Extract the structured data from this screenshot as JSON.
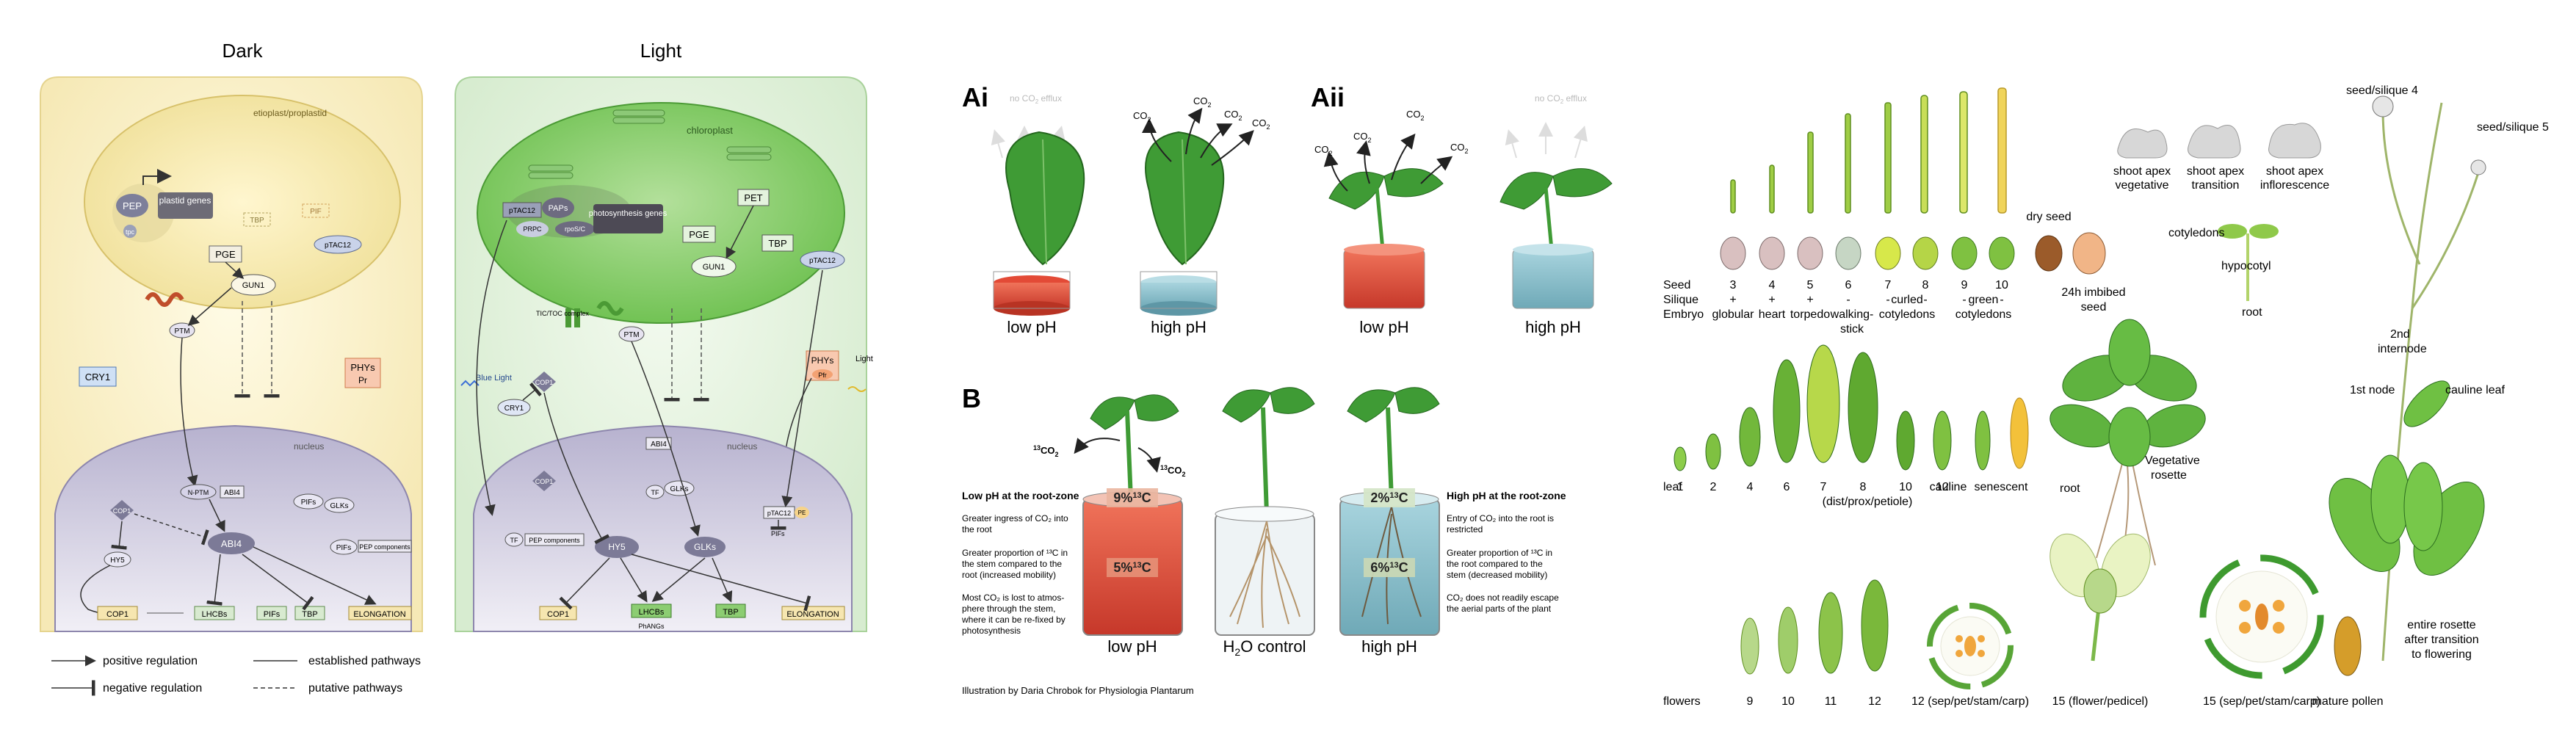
{
  "panel1": {
    "title_dark": "Dark",
    "title_light": "Light",
    "dark": {
      "organelle": "etioplast/proplastid",
      "pep": "PEP",
      "plastid_genes": "plastid genes",
      "tpc": "tpc",
      "tbp": "TBP",
      "pif_box": "PIF",
      "ptac12": "pTAC12",
      "pge": "PGE",
      "gun1": "GUN1",
      "ptm": "PTM",
      "cry1": "CRY1",
      "phys": "PHYs",
      "pr": "Pr",
      "nucleus": "nucleus",
      "nptm": "N-PTM",
      "abi4_top": "ABI4",
      "abi4": "ABI4",
      "pifs": "PIFs",
      "glks": "GLKs",
      "pifs2": "PIFs",
      "pep_components": "PEP components",
      "cop1_diamond": "COP1",
      "hy5": "HY5",
      "cop1": "COP1",
      "lhcbs": "LHCBs",
      "pifs3": "PIFs",
      "tbp2": "TBP",
      "elongation": "ELONGATION"
    },
    "light": {
      "organelle": "chloroplast",
      "ptac12": "pTAC12",
      "paps": "PAPs",
      "prpc": "PRPC",
      "rpos": "rpoS/C",
      "photosynthesis_genes": "photosynthesis genes",
      "pet": "PET",
      "pge": "PGE",
      "gun1": "GUN1",
      "tbp": "TBP",
      "ptac12_b": "pTAC12",
      "tic_toc": "TIC/TOC complex",
      "ptm": "PTM",
      "blue_light": "Blue Light",
      "cop1": "COP1",
      "cry1": "CRY1",
      "phys": "PHYs",
      "pfr": "Pfr",
      "light": "Light",
      "nucleus": "nucleus",
      "abi4": "ABI4",
      "tf": "TF",
      "glks_top": "GLKs",
      "cop1_lower": "COP1",
      "ptac12_pe": "pTAC12",
      "pe": "PE",
      "pifs": "PIFs",
      "tf2": "TF",
      "pep_components": "PEP components",
      "hy5": "HY5",
      "glks": "GLKs",
      "cop1_gene": "COP1",
      "lhcbs": "LHCBs",
      "phangs": "PhANGs",
      "tbp2": "TBP",
      "elongation": "ELONGATION"
    },
    "legend": {
      "positive": "positive regulation",
      "negative": "negative regulation",
      "established": "established pathways",
      "putative": "putative pathways"
    }
  },
  "panel2": {
    "label_ai": "Ai",
    "label_aii": "Aii",
    "label_b": "B",
    "no_co2_efflux_1": "no CO",
    "no_co2_efflux_1b": "efflux",
    "no_co2_efflux_2": "no CO",
    "no_co2_efflux_2b": "efflux",
    "co2": "CO",
    "sub2": "2",
    "low_ph": "low pH",
    "high_ph": "high pH",
    "low_ph_2": "low pH",
    "high_ph_2": "high pH",
    "b_low_ph": "low pH",
    "b_h2o": "H",
    "b_h2o_sub": "2",
    "b_h2o_rest": "O control",
    "b_high_ph": "high pH",
    "c13co2": "CO",
    "sup13": "13",
    "pct_9": "9%",
    "pct_9_tail": "C",
    "pct_5": "5%",
    "pct_5_tail": "C",
    "pct_2": "2%",
    "pct_2_tail": "C",
    "pct_6": "6%",
    "pct_6_tail": "C",
    "c13": "C",
    "low_heading": "Low pH at the root-zone",
    "low_p1": [
      "Greater ingress of CO₂ into",
      "the root"
    ],
    "low_p2": [
      "Greater proportion of ¹³C in",
      "the stem compared to the",
      "root (increased mobility)"
    ],
    "low_p3": [
      "Most CO₂ is lost to atmos-",
      "phere through the stem,",
      "where it can be re-fixed by",
      "photosynthesis"
    ],
    "high_heading": "High pH at the root-zone",
    "high_p1": [
      "Entry of CO₂ into the root is",
      "restricted"
    ],
    "high_p2": [
      "Greater proportion of ¹³C in",
      "the root compared to the",
      "stem (decreased mobility)"
    ],
    "high_p3": [
      "CO₂ does not readily escape",
      "the aerial parts of the plant"
    ],
    "credit": "Illustration by Daria Chrobok for Physiologia Plantarum"
  },
  "panel3": {
    "row_seed": "Seed",
    "row_silique": "Silique",
    "row_embryo": "Embryo",
    "silique_numbers": [
      "3",
      "4",
      "5",
      "6",
      "7",
      "8",
      "9",
      "10"
    ],
    "silique_signs": [
      "+",
      "+",
      "+",
      "-",
      "-",
      "-",
      "-",
      "-"
    ],
    "embryo_globular": "globular",
    "embryo_heart": "heart",
    "embryo_torpedo": "torpedo",
    "embryo_walking": "walking-",
    "embryo_walking2": "stick",
    "embryo_curled": "curled",
    "embryo_curled2": "cotyledons",
    "embryo_green": "green",
    "embryo_green2": "cotyledons",
    "dry_seed": "dry seed",
    "imbibed": "24h imbibed",
    "imbibed2": "seed",
    "apex_veg": [
      "shoot apex",
      "vegetative"
    ],
    "apex_trans": [
      "shoot apex",
      "transition"
    ],
    "apex_inflo": [
      "shoot apex",
      "inflorescence"
    ],
    "cotyledons": "cotyledons",
    "hypocotyl": "hypocotyl",
    "root_seedling": "root",
    "leaf": "leaf",
    "leaf_numbers": [
      "1",
      "2",
      "4",
      "6",
      "7",
      "8",
      "10",
      "12"
    ],
    "leaf_dist": "(dist/prox/petiole)",
    "cauline": "cauline",
    "senescent": "senescent",
    "root": "root",
    "vegetative": "Vegetative",
    "rosette": "rosette",
    "seed_silique_4": "seed/silique 4",
    "seed_silique_5": "seed/silique 5",
    "internode": [
      "2nd",
      "internode"
    ],
    "first_node": "1st node",
    "cauline_leaf": "cauline leaf",
    "entire_rosette": [
      "entire rosette",
      "after transition",
      "to flowering"
    ],
    "flowers": "flowers",
    "flower_numbers": [
      "9",
      "10",
      "11",
      "12"
    ],
    "sep12": "12 (sep/pet/stam/carp)",
    "flower15": "15 (flower/pedicel)",
    "sep15": "15 (sep/pet/stam/carp)",
    "pollen": "mature pollen"
  }
}
